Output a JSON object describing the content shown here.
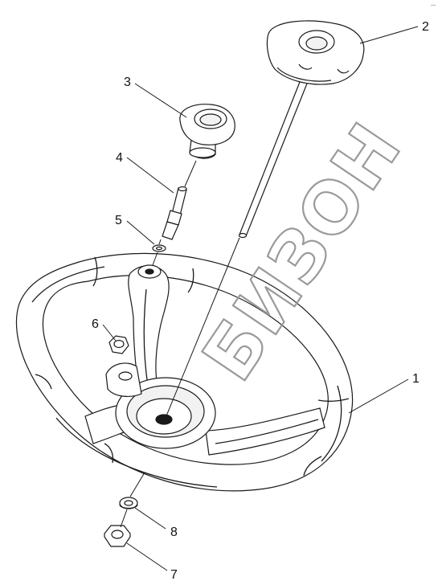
{
  "corner_mark": "—",
  "watermark": "БИЗОН",
  "callouts": [
    {
      "id": "callout-1",
      "label": "1"
    },
    {
      "id": "callout-2",
      "label": "2"
    },
    {
      "id": "callout-3",
      "label": "3"
    },
    {
      "id": "callout-4",
      "label": "4"
    },
    {
      "id": "callout-5",
      "label": "5"
    },
    {
      "id": "callout-6",
      "label": "6"
    },
    {
      "id": "callout-7",
      "label": "7"
    },
    {
      "id": "callout-8",
      "label": "8"
    }
  ],
  "colors": {
    "line": "#1a1a1a",
    "fill": "#ffffff",
    "shade": "#f2f2f2",
    "watermark": "#9a9a9a"
  }
}
